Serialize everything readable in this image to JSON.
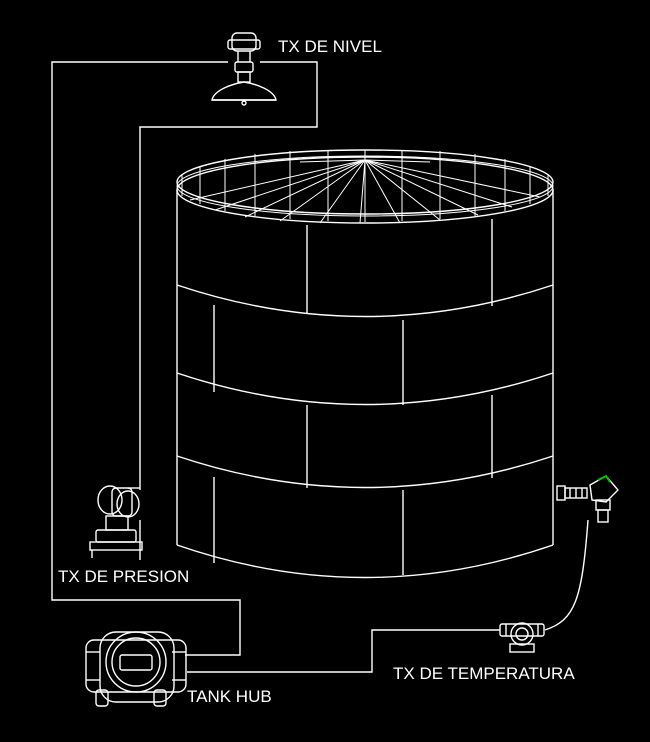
{
  "labels": {
    "level_transmitter": "TX DE NIVEL",
    "pressure_transmitter": "TX DE PRESION",
    "temperature_transmitter": "TX DE TEMPERATURA",
    "tank_hub": "TANK HUB"
  },
  "colors": {
    "background": "#000000",
    "lines": "#ffffff",
    "indicator": "#00c000"
  }
}
